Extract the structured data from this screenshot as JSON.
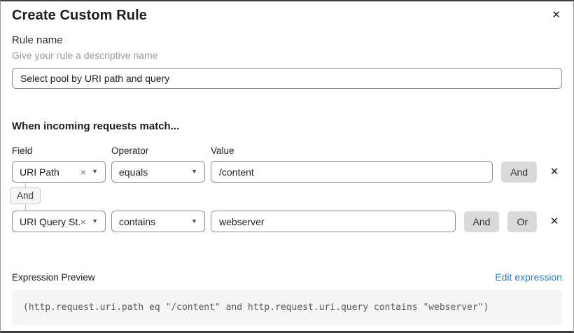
{
  "dialog": {
    "title": "Create Custom Rule"
  },
  "icons": {
    "close": "✕",
    "remove": "✕",
    "clear": "×",
    "caret": "▼"
  },
  "rule_name": {
    "label": "Rule name",
    "hint": "Give your rule a descriptive name",
    "value": "Select pool by URI path and query"
  },
  "match": {
    "heading": "When incoming requests match...",
    "column_labels": {
      "field": "Field",
      "operator": "Operator",
      "value": "Value"
    },
    "connector_label": "And",
    "rows": [
      {
        "field": "URI Path",
        "operator": "equals",
        "value": "/content",
        "buttons": [
          "And"
        ]
      },
      {
        "field": "URI Query St...",
        "operator": "contains",
        "value": "webserver",
        "buttons": [
          "And",
          "Or"
        ]
      }
    ]
  },
  "expression": {
    "label": "Expression Preview",
    "edit_link": "Edit expression",
    "code": "(http.request.uri.path eq \"/content\" and http.request.uri.query contains \"webserver\")"
  },
  "colors": {
    "link_blue": "#2b7bb9",
    "button_gray": "#d9d9d9",
    "code_background": "#f5f5f5",
    "input_border": "#8d8d8d"
  }
}
